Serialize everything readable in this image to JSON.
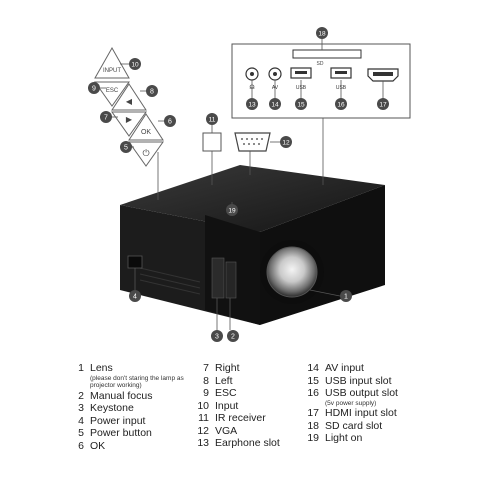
{
  "callouts": {
    "c1": "1",
    "c2": "2",
    "c3": "3",
    "c4": "4",
    "c5": "5",
    "c6": "6",
    "c7": "7",
    "c8": "8",
    "c9": "9",
    "c10": "10",
    "c11": "11",
    "c12": "12",
    "c13": "13",
    "c14": "14",
    "c15": "15",
    "c16": "16",
    "c17": "17",
    "c18": "18",
    "c19": "19"
  },
  "panel_text": {
    "input": "INPUT",
    "esc": "ESC",
    "ok": "OK",
    "sd": "SD",
    "av": "AV",
    "usb1": "USB",
    "usb2": "USB"
  },
  "legend": {
    "col1": [
      {
        "num": "1",
        "label": "Lens",
        "note": "(please don't staring the lamp as projector working)"
      },
      {
        "num": "2",
        "label": "Manual focus"
      },
      {
        "num": "3",
        "label": "Keystone"
      },
      {
        "num": "4",
        "label": "Power input"
      },
      {
        "num": "5",
        "label": "Power button"
      },
      {
        "num": "6",
        "label": "OK"
      }
    ],
    "col2": [
      {
        "num": "7",
        "label": "Right"
      },
      {
        "num": "8",
        "label": "Left"
      },
      {
        "num": "9",
        "label": "ESC"
      },
      {
        "num": "10",
        "label": "Input"
      },
      {
        "num": "11",
        "label": "IR receiver"
      },
      {
        "num": "12",
        "label": "VGA"
      },
      {
        "num": "13",
        "label": "Earphone slot"
      }
    ],
    "col3": [
      {
        "num": "14",
        "label": "AV input"
      },
      {
        "num": "15",
        "label": "USB input slot"
      },
      {
        "num": "16",
        "label": "USB output slot",
        "note": "(5v power supply)"
      },
      {
        "num": "17",
        "label": "HDMI input slot"
      },
      {
        "num": "18",
        "label": "SD card slot"
      },
      {
        "num": "19",
        "label": "Light on"
      }
    ]
  },
  "colors": {
    "body": "#1b1b1b",
    "callout_fill": "#4a4a4a",
    "line": "#555555"
  }
}
